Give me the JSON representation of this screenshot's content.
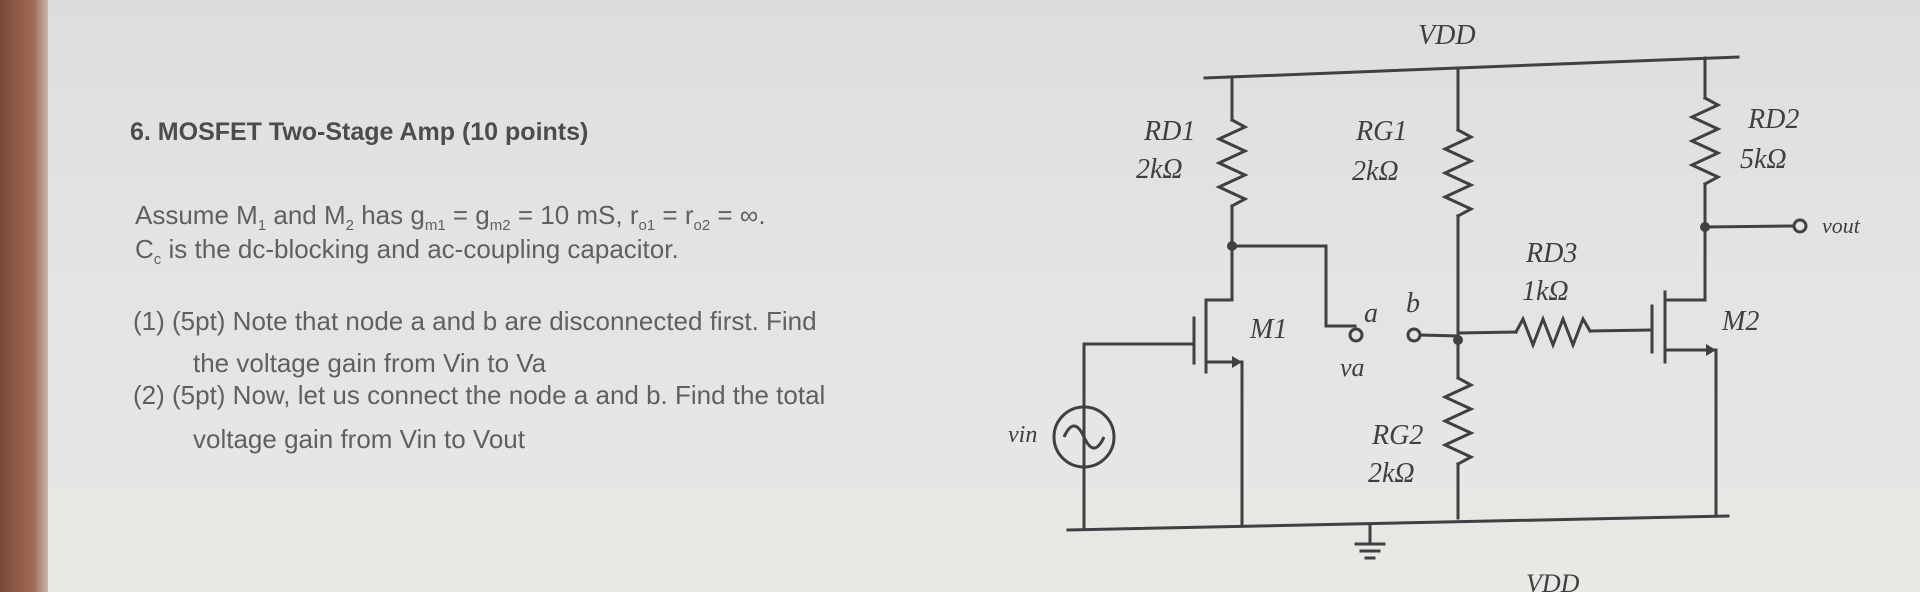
{
  "problem": {
    "title": "6. MOSFET Two-Stage Amp (10 points)",
    "assume": {
      "prefix": "Assume M",
      "m1_sub": "1",
      "and": " and M",
      "m2_sub": "2",
      "rest": " has g",
      "gm1_sub": "m1",
      "eq1": " = g",
      "gm2_sub": "m2",
      "eq2": " = 10 mS, r",
      "ro1_sub": "o1",
      "eq3": " = r",
      "ro2_sub": "o2",
      "end": " = ∞."
    },
    "cblock": {
      "prefix": "C",
      "sub": "c",
      "rest": " is the dc-blocking and ac-coupling capacitor."
    },
    "part1_line1": "(1)  (5pt) Note that node a and b are disconnected first. Find",
    "part1_line2": "the voltage gain from Vin to Va",
    "part2_line1": "(2)  (5pt) Now, let us connect the node a and b. Find the total",
    "part2_line2": "voltage gain from Vin to Vout"
  },
  "circuit": {
    "vdd_top": "VDD",
    "vdd_bottom": "VDD",
    "rd1_name": "RD1",
    "rd1_value": "2kΩ",
    "rg1_name": "RG1",
    "rg1_value": "2kΩ",
    "rd2_name": "RD2",
    "rd2_value": "5kΩ",
    "rd3_name": "RD3",
    "rd3_value": "1kΩ",
    "rg2_name": "RG2",
    "rg2_value": "2kΩ",
    "m1_label": "M1",
    "m2_label": "M2",
    "node_a": "a",
    "node_b": "b",
    "va_label": "va",
    "vin_label": "vin",
    "vout_label": "vout"
  }
}
